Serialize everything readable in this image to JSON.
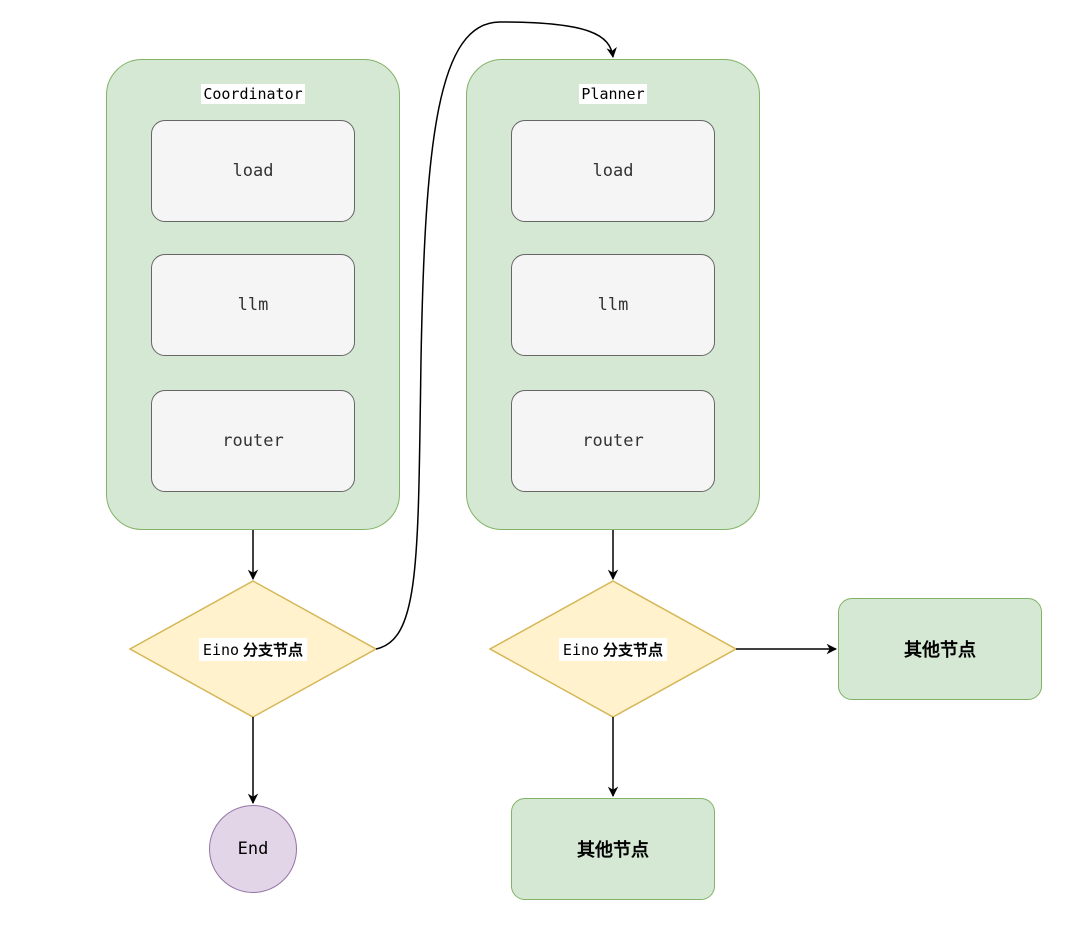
{
  "groups": {
    "coordinator": {
      "title": "Coordinator",
      "steps": [
        "load",
        "llm",
        "router"
      ]
    },
    "planner": {
      "title": "Planner",
      "steps": [
        "load",
        "llm",
        "router"
      ]
    }
  },
  "branch_nodes": [
    {
      "prefix": "Eino",
      "label": "分支节点"
    },
    {
      "prefix": "Eino",
      "label": "分支节点"
    }
  ],
  "end_node": {
    "label": "End"
  },
  "other_nodes": [
    {
      "label": "其他节点"
    },
    {
      "label": "其他节点"
    }
  ],
  "colors": {
    "group_fill": "#d5e8d4",
    "group_stroke": "#82b366",
    "step_fill": "#f5f5f5",
    "step_stroke": "#666666",
    "decision_fill": "#fff2cc",
    "decision_stroke": "#d6b656",
    "end_fill": "#e1d5e7",
    "end_stroke": "#9673a6",
    "edge": "#000000"
  }
}
